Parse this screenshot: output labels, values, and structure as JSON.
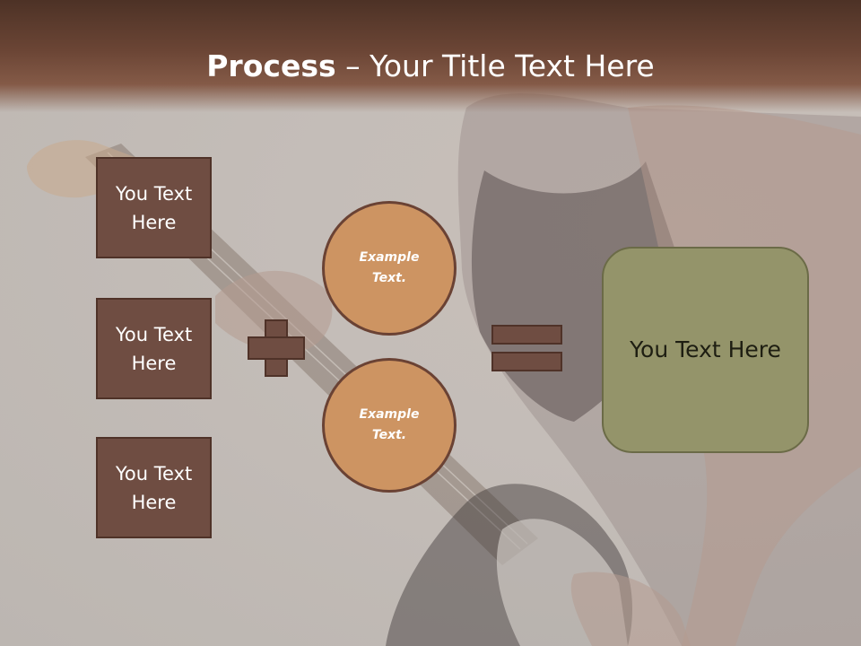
{
  "header": {
    "title_bold": "Process",
    "title_rest": " – Your Title Text Here"
  },
  "left_boxes": [
    {
      "text": "You Text\nHere"
    },
    {
      "text": "You Text\nHere"
    },
    {
      "text": "You Text\nHere"
    }
  ],
  "circles": [
    {
      "text": "Example\nText."
    },
    {
      "text": "Example\nText."
    }
  ],
  "result": {
    "text": "You Text Here"
  },
  "colors": {
    "header": "#6b4535",
    "box_fill": "#6f4d42",
    "circle_fill": "#cd9462",
    "result_fill": "#94946a"
  }
}
